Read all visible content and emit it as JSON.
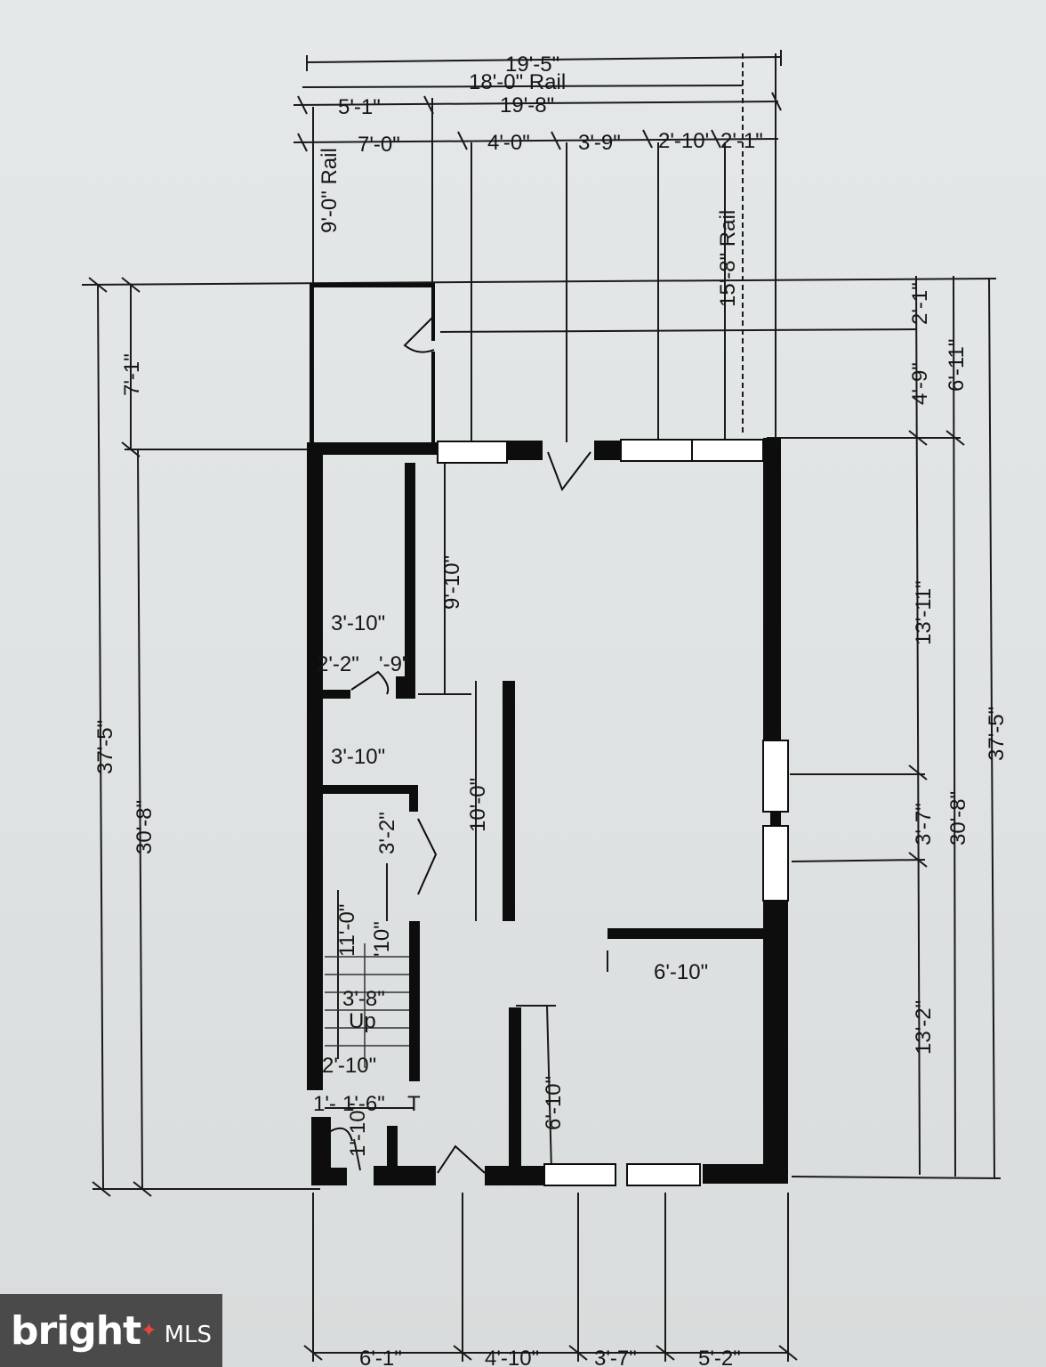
{
  "top_dims": {
    "overall": "19'-5\"",
    "rail": "18'-0\" Rail",
    "row2_left": "5'-1\"",
    "row2_right": "19'-8\"",
    "row3": [
      "7'-0\"",
      "4'-0\"",
      "3'-9\"",
      "2'-10'",
      "2'-1\""
    ]
  },
  "vertical_rail_labels": {
    "left": "9'-0\" Rail",
    "right": "15'-8\" Rail"
  },
  "left_dims": {
    "overall": "37'-5\"",
    "upper": "7'-1\"",
    "main": "30'-8\""
  },
  "right_dims": {
    "a": "2'-1\"",
    "b": "4'-9\"",
    "c": "6'-11\"",
    "d": "13'-11\"",
    "e": "3'-7\"",
    "f": "30'-8\"",
    "g": "13'-2\"",
    "overall": "37'-5\""
  },
  "bottom_dims": [
    "6'-1\"",
    "4'-10\"",
    "3'-7\"",
    "5'-2\""
  ],
  "interior_dims": {
    "closet_w1": "3'-10\"",
    "closet_door": "2'-2\"",
    "closet_9": "'-9\"",
    "closet_w2": "3'-10\"",
    "hall_h": "9'-10\"",
    "stair_wall": "10'-0\"",
    "door_h": "3'-2\"",
    "stair_11": "11'-0\"",
    "stair_10": "'10\"",
    "stair_38": "3'-8\"",
    "stair_up": "Up",
    "stair_210": "2'-10\"",
    "small_1": "1'-",
    "small_16": "1'-6\"",
    "small_T": "T",
    "small_110": "1'-10\"",
    "kitchen_w": "6'-10\"",
    "kitchen_h": "6'-10\""
  },
  "logo": {
    "brand": "bright",
    "suffix": "MLS"
  },
  "colors": {
    "wall": "#0d0d0d",
    "line": "#1a1a1a",
    "logo_bg": "#4a4a4a",
    "logo_accent": "#e8463c"
  }
}
